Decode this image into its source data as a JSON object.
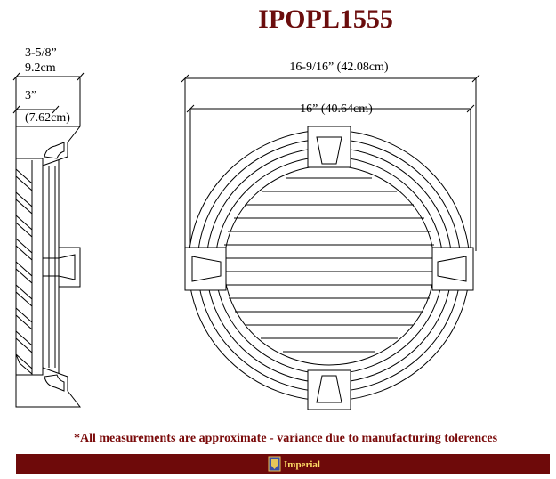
{
  "product": {
    "model": "IPOPL1555"
  },
  "dimensions": {
    "depth_in": "3-5/8”",
    "depth_cm": "9.2cm",
    "inner_depth_in": "3”",
    "inner_depth_cm": "(7.62cm)",
    "overall_width": "16-9/16” (42.08cm)",
    "inner_width": "16” (40.64cm)"
  },
  "footer": {
    "disclaimer": "*All measurements are approximate - variance due to manufacturing tolerences",
    "brand": "Imperial"
  },
  "colors": {
    "title": "#6b0d0d",
    "disclaimer": "#7a0a0a",
    "banner": "#6e0a0a",
    "brand_text": "#ffdd66",
    "line": "#000000"
  },
  "icons": {
    "brand_logo": "imperial-crest-icon"
  }
}
